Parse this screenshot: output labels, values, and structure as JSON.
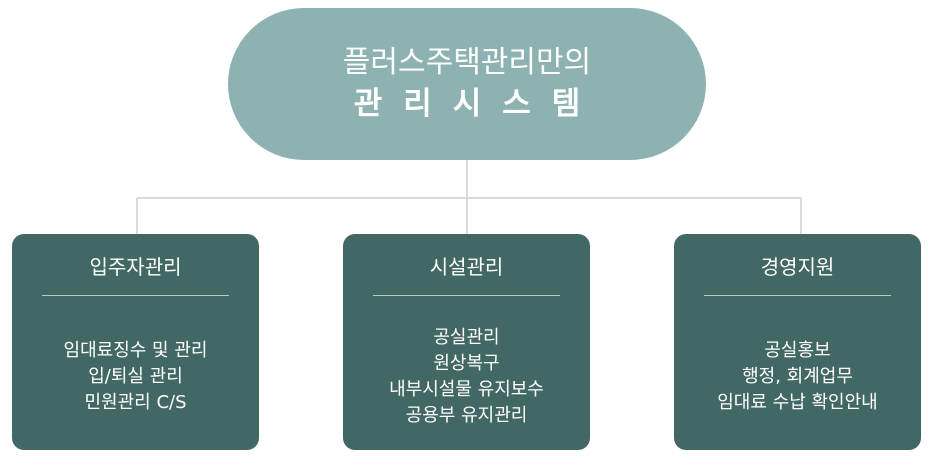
{
  "root": {
    "line1": "플러스주택관리만의",
    "line2": "관리시스템"
  },
  "colors": {
    "root_fill": "#8eb1b1",
    "box_fill": "#426866",
    "connector": "#cfcfcf",
    "text": "#ffffff"
  },
  "boxes": [
    {
      "title": "입주자관리",
      "items": [
        "임대료징수 및 관리",
        "입/퇴실 관리",
        "민원관리 C/S"
      ]
    },
    {
      "title": "시설관리",
      "items": [
        "공실관리",
        "원상복구",
        "내부시설물 유지보수",
        "공용부 유지관리"
      ]
    },
    {
      "title": "경영지원",
      "items": [
        "공실홍보",
        "행정, 회계업무",
        "임대료 수납 확인안내"
      ]
    }
  ]
}
